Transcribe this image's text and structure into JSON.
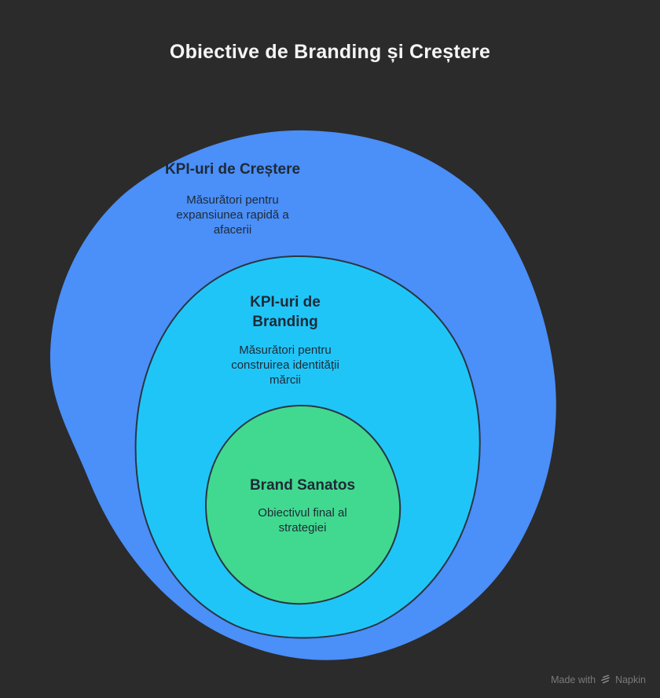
{
  "page": {
    "title": "Obiective de Branding și Creștere",
    "background_color": "#2b2b2b",
    "title_color": "#f5f5f5"
  },
  "diagram": {
    "type": "nested-circles",
    "outline_color": "#2a3540",
    "label_color": "#1e2a36",
    "rings": [
      {
        "id": "growth-kpis",
        "label": "KPI-uri de Creștere",
        "description": "Măsurători pentru expansiunea rapidă a afacerii",
        "fill": "#4b8ff8"
      },
      {
        "id": "branding-kpis",
        "label": "KPI-uri de Branding",
        "description": "Măsurători pentru construirea identității mărcii",
        "fill": "#20c5f8"
      },
      {
        "id": "healthy-brand",
        "label": "Brand Sanatos",
        "description": "Obiectivul final al strategiei",
        "fill": "#41d98f"
      }
    ]
  },
  "footer": {
    "made_with": "Made with",
    "brand": "Napkin",
    "icon": "napkin-logo-icon",
    "text_color": "#7a7a7a"
  }
}
